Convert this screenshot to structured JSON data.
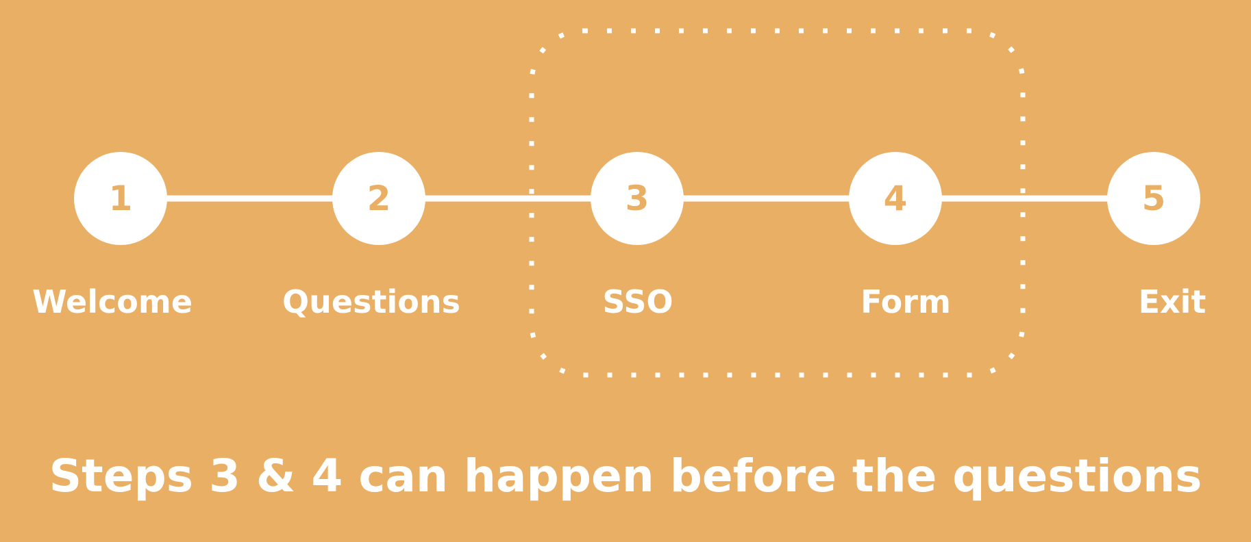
{
  "colors": {
    "background": "#E9AF64",
    "foreground": "#FFFFFF"
  },
  "steps": [
    {
      "number": "1",
      "label": "Welcome"
    },
    {
      "number": "2",
      "label": "Questions"
    },
    {
      "number": "3",
      "label": "SSO"
    },
    {
      "number": "4",
      "label": "Form"
    },
    {
      "number": "5",
      "label": "Exit"
    }
  ],
  "caption": "Steps 3 & 4 can happen before the questions"
}
